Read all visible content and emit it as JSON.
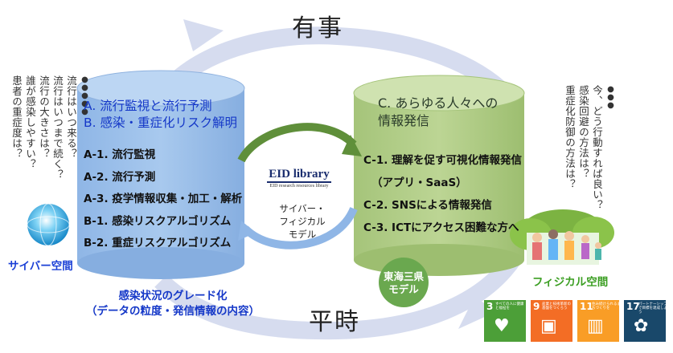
{
  "top_label": "有事",
  "bottom_label": "平時",
  "left_question": [
    "●●●●●",
    "流行はいつ来る？",
    "流行はいつまで続く？",
    "流行の大きさは？",
    "誰が感染しやすい？",
    "患者の重症度は？"
  ],
  "right_question": [
    "●●●",
    "今、どう行動すれば良い？",
    "感染回避の方法は？",
    "重症化防御の方法は？"
  ],
  "left_cylinder": {
    "heading": [
      "A.  流行監視と流行予測",
      "B.  感染・重症化リスク解明"
    ],
    "items": [
      "A-1. 流行監視",
      "A-2. 流行予測",
      "A-3. 疫学情報収集・加工・解析",
      "B-1. 感染リスクアルゴリズム",
      "B-2. 重症リスクアルゴリズム"
    ]
  },
  "right_cylinder": {
    "heading": [
      "C. あらゆる人々への",
      "情報発信"
    ],
    "items": [
      "C-1. 理解を促す可視化情報発信",
      "（アプリ・SaaS）",
      "C-2. SNSによる情報発信",
      "C-3. ICTにアクセス困難な方へ"
    ]
  },
  "center": {
    "logo_main": "EID library",
    "logo_sub": "EID research resources library",
    "model_text": [
      "サイバー・",
      "フィジカル",
      "モデル"
    ]
  },
  "cyber_label": "サイバー空間",
  "physical_label": "フィジカル空間",
  "tokai_label": [
    "東海三県",
    "モデル"
  ],
  "grade_text": [
    "感染状況のグレード化",
    "（データの粒度・発信情報の内容）"
  ],
  "sdgs": [
    {
      "num": "3",
      "text": "すべての人に健康と福祉を",
      "color": "#4c9f38",
      "icon": "♥"
    },
    {
      "num": "9",
      "text": "産業と技術革新の基盤をつくろう",
      "color": "#f36d25",
      "icon": "▣"
    },
    {
      "num": "11",
      "text": "住み続けられるまちづくりを",
      "color": "#f99d26",
      "icon": "▥"
    },
    {
      "num": "17",
      "text": "パートナーシップで目標を達成しよう",
      "color": "#19486a",
      "icon": "✿"
    }
  ],
  "colors": {
    "blue_cylinder": "#9fc3ea",
    "green_cylinder": "#b5cf8c",
    "cycle_arrow": "#d3daee",
    "cyber_label": "#1a3fd6",
    "physical_label": "#3b9e22",
    "tokai_badge": "#6aa84f"
  }
}
